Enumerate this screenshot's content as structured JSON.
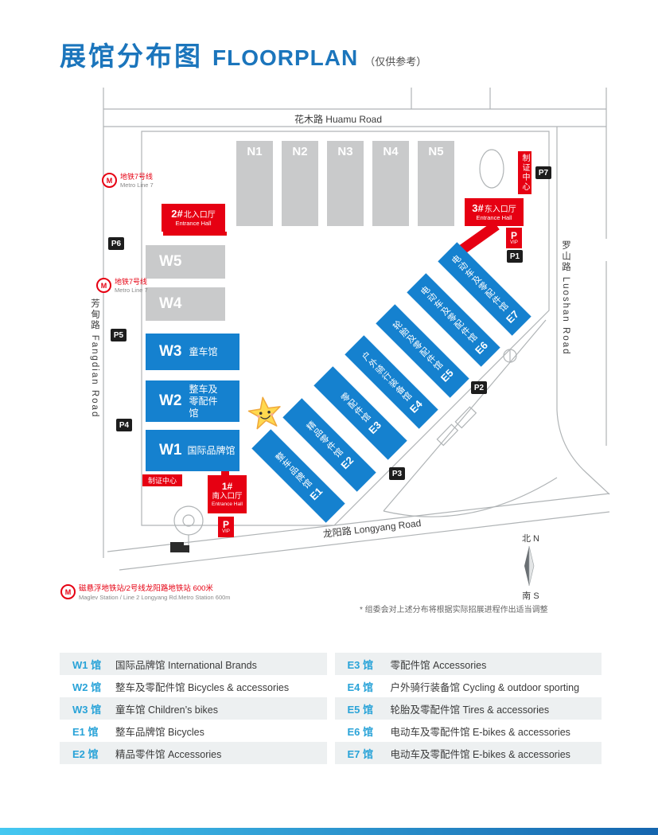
{
  "header": {
    "title_zh": "展馆分布图",
    "title_en": "FLOORPLAN",
    "note": "（仅供参考）"
  },
  "map": {
    "roads": {
      "huamu": "花木路  Huamu Road",
      "longyang": "龙阳路  Longyang Road",
      "luoshan": "罗山路 Luoshan Road",
      "fangdian": "芳甸路 Fangdian Road"
    },
    "n_halls": [
      {
        "id": "N1"
      },
      {
        "id": "N2"
      },
      {
        "id": "N3"
      },
      {
        "id": "N4"
      },
      {
        "id": "N5"
      }
    ],
    "w_halls": [
      {
        "id": "W5",
        "name": ""
      },
      {
        "id": "W4",
        "name": ""
      },
      {
        "id": "W3",
        "name": "童车馆"
      },
      {
        "id": "W2",
        "name": "整车及零配件馆"
      },
      {
        "id": "W1",
        "name": "国际品牌馆"
      }
    ],
    "e_halls": [
      {
        "id": "E1",
        "name": "整车品牌馆"
      },
      {
        "id": "E2",
        "name": "精品零件馆"
      },
      {
        "id": "E3",
        "name": "零配件馆"
      },
      {
        "id": "E4",
        "name": "户外骑行装备馆"
      },
      {
        "id": "E5",
        "name": "轮胎及零配件馆"
      },
      {
        "id": "E6",
        "name": "电动车及零配件馆"
      },
      {
        "id": "E7",
        "name": "电动车及零配件馆"
      }
    ],
    "entrances": {
      "north": {
        "num": "2#",
        "zh": "北入口厅",
        "en": "Entrance Hall"
      },
      "east": {
        "num": "3#",
        "zh": "东入口厅",
        "en": "Entrance Hall"
      },
      "south": {
        "num": "1#",
        "zh": "南入口厅",
        "en": "Entrance Hall"
      }
    },
    "cert_center": "制证中心",
    "parking": {
      "p1": "P1",
      "p2": "P2",
      "p3": "P3",
      "p4": "P4",
      "p5": "P5",
      "p6": "P6",
      "p7": "P7"
    },
    "vip": {
      "p": "P",
      "label": "VIP"
    },
    "metro": {
      "line7_zh": "地铁7号线",
      "line7_en": "Metro Line 7",
      "maglev_zh": "磁悬浮地铁站/2号线龙阳路地铁站  600米",
      "maglev_en": "Maglev Station / Line 2 Longyang Rd.Metro Station 600m"
    },
    "compass": {
      "n": "北 N",
      "s": "南 S"
    },
    "footnote": "* 组委会对上述分布将根据实际招展进程作出适当调整"
  },
  "legend": {
    "left": [
      {
        "id": "W1 馆",
        "desc": "国际品牌馆 International Brands"
      },
      {
        "id": "W2 馆",
        "desc": "整车及零配件馆 Bicycles & accessories"
      },
      {
        "id": "W3 馆",
        "desc": "童车馆 Children’s bikes"
      },
      {
        "id": "E1 馆",
        "desc": "整车品牌馆 Bicycles"
      },
      {
        "id": "E2 馆",
        "desc": "精品零件馆 Accessories"
      }
    ],
    "right": [
      {
        "id": "E3 馆",
        "desc": "零配件馆 Accessories"
      },
      {
        "id": "E4 馆",
        "desc": "户外骑行装备馆 Cycling & outdoor sporting"
      },
      {
        "id": "E5 馆",
        "desc": "轮胎及零配件馆 Tires & accessories"
      },
      {
        "id": "E6 馆",
        "desc": "电动车及零配件馆 E-bikes & accessories"
      },
      {
        "id": "E7 馆",
        "desc": "电动车及零配件馆 E-bikes & accessories"
      }
    ]
  }
}
